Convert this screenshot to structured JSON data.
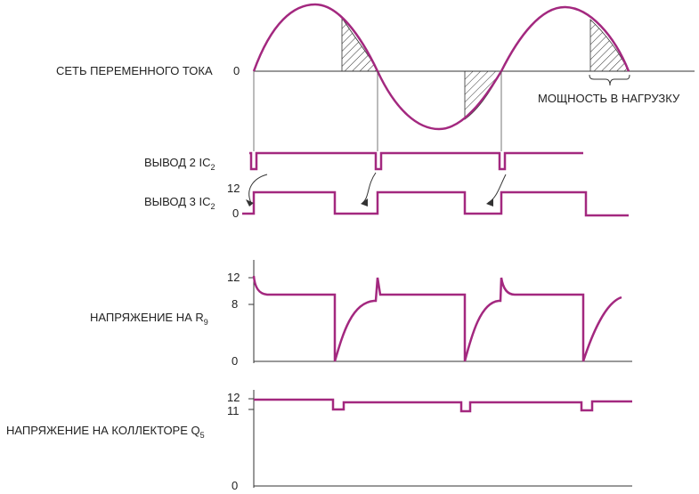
{
  "labels": {
    "ac_mains": "СЕТЬ ПЕРЕМЕННОГО ТОКА",
    "power_to_load": "МОЩНОСТЬ В НАГРУЗКУ",
    "pin2_text": "ВЫВОД 2 IC",
    "pin2_sub": "2",
    "pin3_text": "ВЫВОД 3 IC",
    "pin3_sub": "2",
    "r9_text": "НАПРЯЖЕНИЕ НА R",
    "r9_sub": "9",
    "q5_text": "НАПРЯЖЕНИЕ НА КОЛЛЕКТОРЕ Q",
    "q5_sub": "5"
  },
  "ticks": {
    "ac_zero": "0",
    "pin3_high": "12",
    "pin3_low": "0",
    "r9_high": "12",
    "r9_mid": "8",
    "r9_low": "0",
    "q5_high": "12",
    "q5_mid": "11",
    "q5_low": "0"
  },
  "colors": {
    "waveform": "#a3287f",
    "axis": "#333333",
    "hatch": "#333333"
  }
}
